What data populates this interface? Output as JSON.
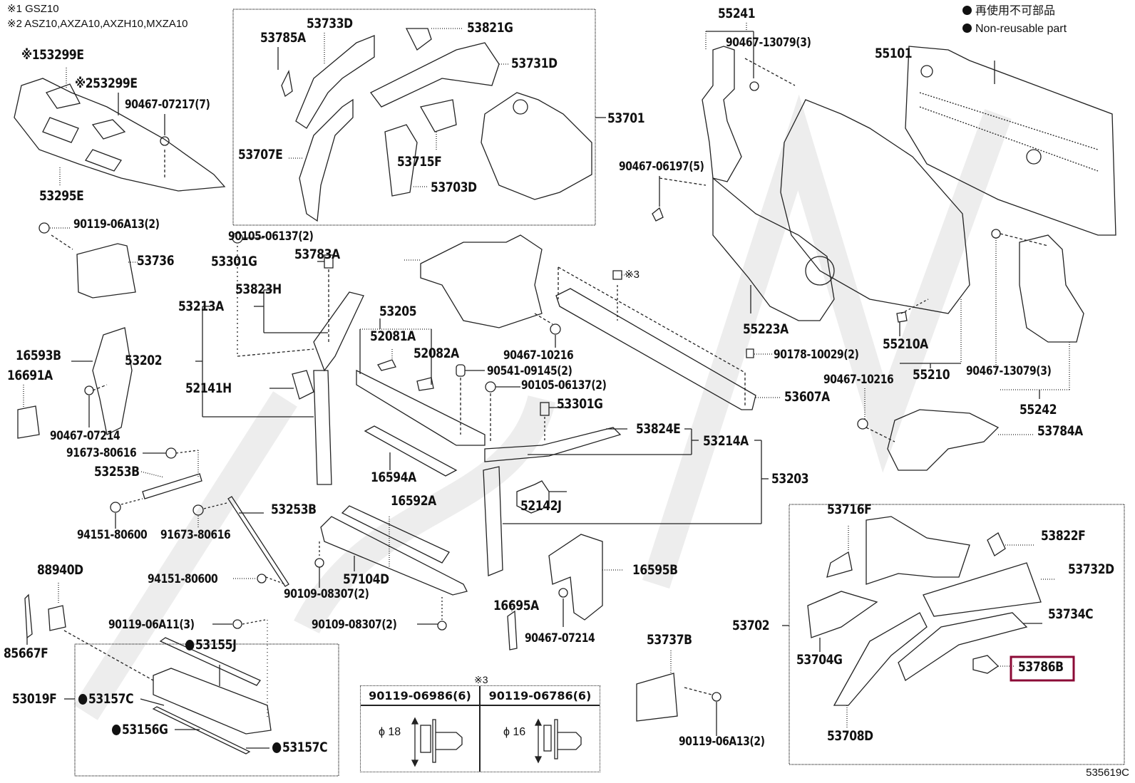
{
  "notes": {
    "variant_1": "※1 GSZ10",
    "variant_2": "※2 ASZ10,AXZA10,AXZH10,MXZA10"
  },
  "legend": {
    "jp": "再使用不可部品",
    "en": "Non-reusable part"
  },
  "drawing_id": "535619C",
  "highlighted_part": "53786B",
  "spec_table": {
    "marker": "※3",
    "columns": [
      {
        "part": "90119-06986(6)",
        "diameter": "ϕ 18"
      },
      {
        "part": "90119-06786(6)",
        "diameter": "ϕ 16"
      }
    ]
  },
  "callout_3": "※3",
  "parts": {
    "p53299E_1": "※153299E",
    "p53299E_2": "※253299E",
    "p90467_07217": "90467-07217(7)",
    "p53295E": "53295E",
    "p53785A": "53785A",
    "p53733D": "53733D",
    "p53821G": "53821G",
    "p53731D": "53731D",
    "p53701": "53701",
    "p53707E": "53707E",
    "p53715F": "53715F",
    "p53703D": "53703D",
    "p55241": "55241",
    "p90467_13079_a": "90467-13079(3)",
    "p55101": "55101",
    "p90467_06197": "90467-06197(5)",
    "p90119_06A13_a": "90119-06A13(2)",
    "p53736": "53736",
    "p90105_06137_a": "90105-06137(2)",
    "p53301G_a": "53301G",
    "p53783A": "53783A",
    "p53823H": "53823H",
    "p53213A": "53213A",
    "p53205": "53205",
    "p52081A": "52081A",
    "p52082A": "52082A",
    "p16593B": "16593B",
    "p16691A": "16691A",
    "p53202": "53202",
    "p52141H": "52141H",
    "p90467_07214_a": "90467-07214",
    "p90467_10216_a": "90467-10216",
    "p90541_09145": "90541-09145(2)",
    "p90105_06137_b": "90105-06137(2)",
    "p53301G_b": "53301G",
    "p55223A": "55223A",
    "p90178_10029": "90178-10029(2)",
    "p53607A": "53607A",
    "p55210A": "55210A",
    "p55210": "55210",
    "p90467_10216_b": "90467-10216",
    "p90467_13079_b": "90467-13079(3)",
    "p55242": "55242",
    "p53784A": "53784A",
    "p91673_80616_a": "91673-80616",
    "p53253B_a": "53253B",
    "p94151_80600_a": "94151-80600",
    "p91673_80616_b": "91673-80616",
    "p53253B_b": "53253B",
    "p16594A": "16594A",
    "p53824E": "53824E",
    "p53214A": "53214A",
    "p53203": "53203",
    "p16592A": "16592A",
    "p52142J": "52142J",
    "p94151_80600_b": "94151-80600",
    "p57104D": "57104D",
    "p90109_08307_a": "90109-08307(2)",
    "p16695A": "16695A",
    "p16595B": "16595B",
    "p88940D": "88940D",
    "p90119_06A11": "90119-06A11(3)",
    "p90109_08307_b": "90109-08307(2)",
    "p90467_07214_b": "90467-07214",
    "p85667F": "85667F",
    "p53155J": "53155J",
    "p53019F": "53019F",
    "p53157C_a": "53157C",
    "p53156G": "53156G",
    "p53157C_b": "53157C",
    "p53737B": "53737B",
    "p90119_06A13_b": "90119-06A13(2)",
    "p53716F": "53716F",
    "p53822F": "53822F",
    "p53732D": "53732D",
    "p53702": "53702",
    "p53734C": "53734C",
    "p53704G": "53704G",
    "p53786B": "53786B",
    "p53708D": "53708D"
  }
}
